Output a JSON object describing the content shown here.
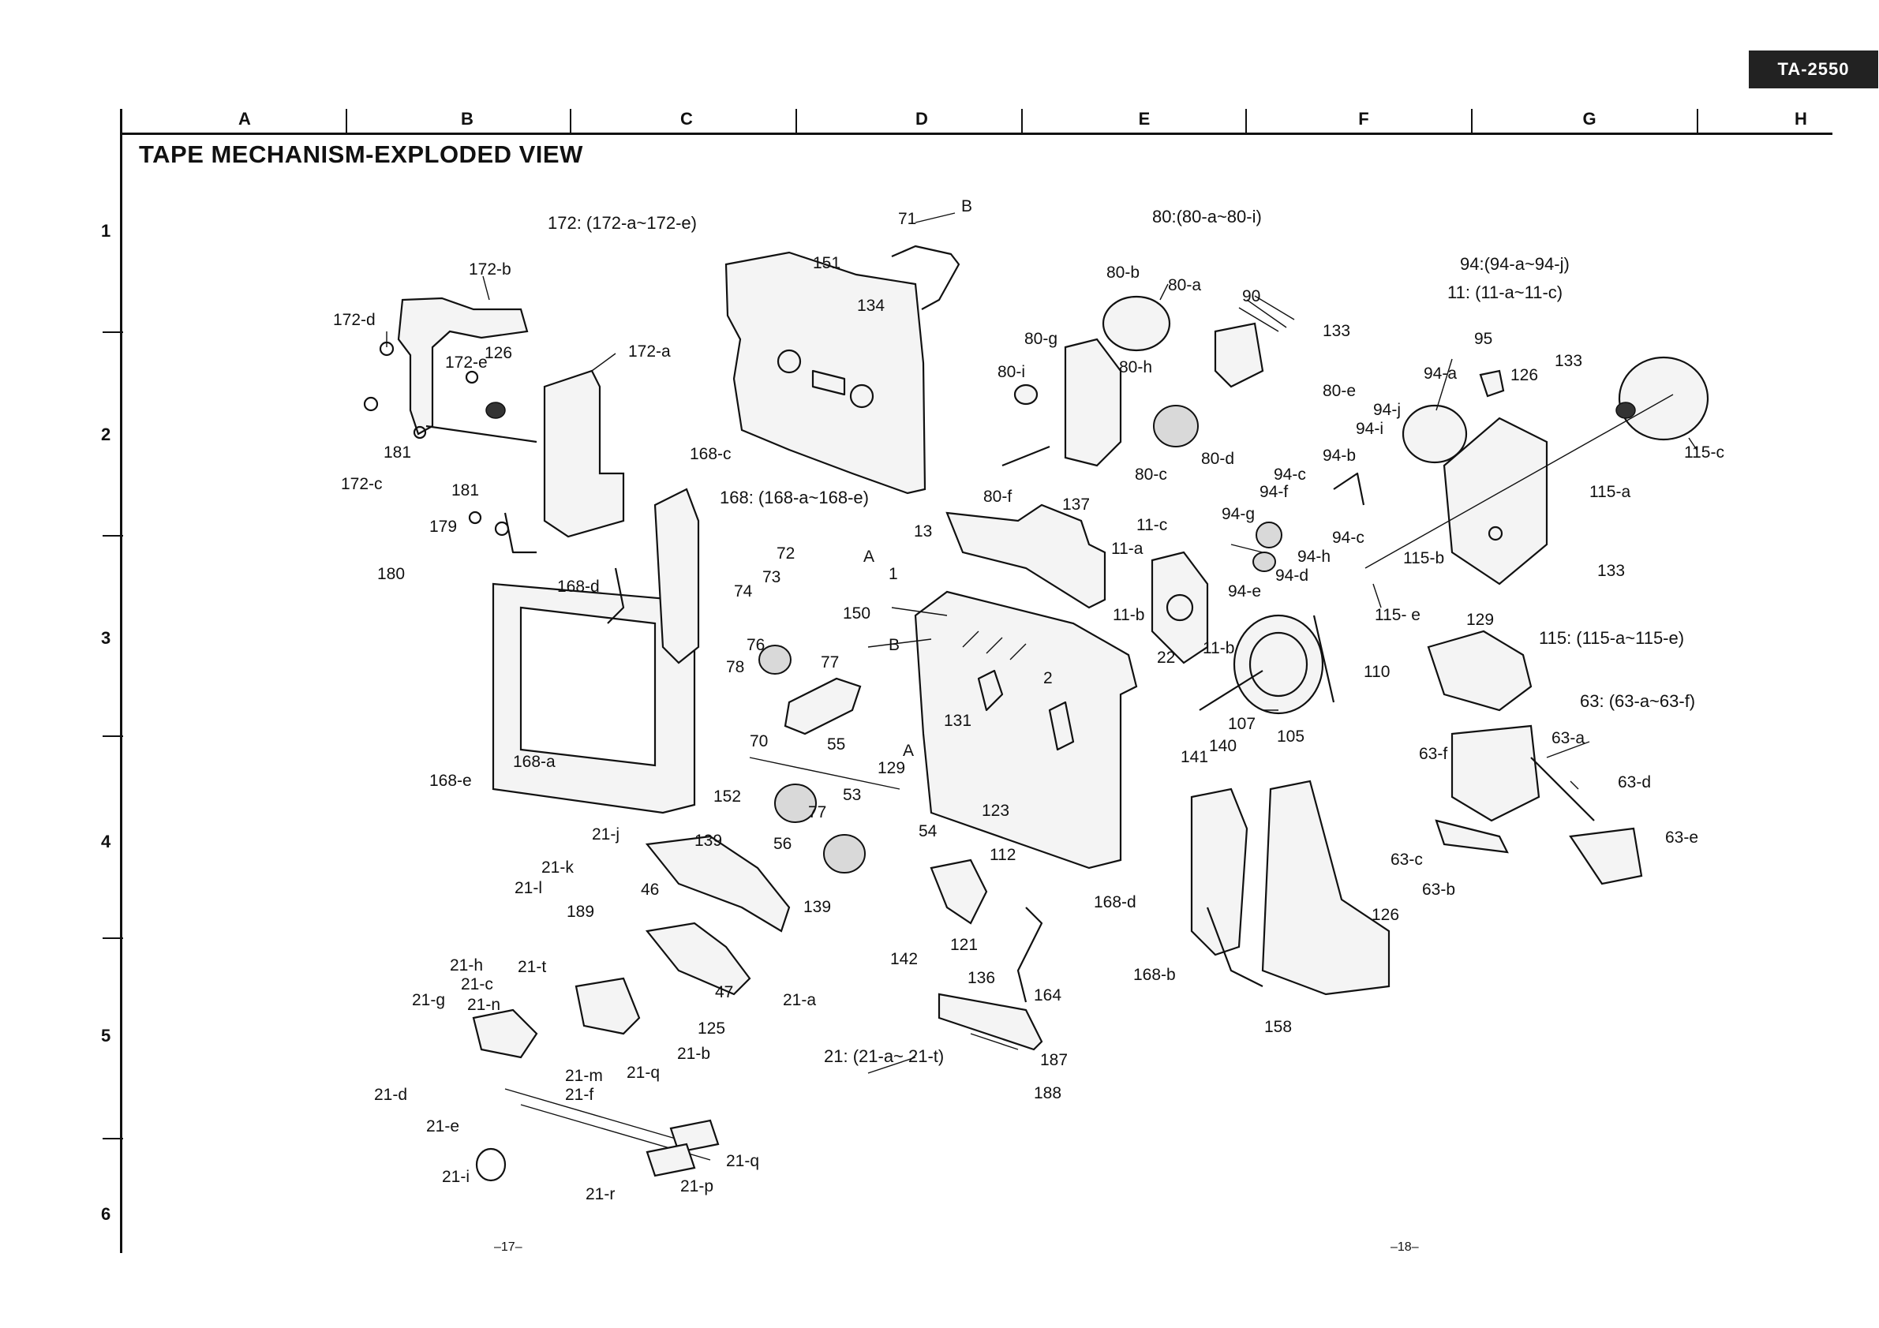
{
  "header": {
    "model": "TA-2550",
    "title": "TAPE MECHANISM-EXPLODED VIEW"
  },
  "grid": {
    "columns": [
      "A",
      "B",
      "C",
      "D",
      "E",
      "F",
      "G",
      "H"
    ],
    "rows": [
      "1",
      "2",
      "3",
      "4",
      "5",
      "6"
    ]
  },
  "group_notes": [
    "172: (172-a~172-e)",
    "80:(80-a~80-i)",
    "94:(94-a~94-j)",
    "11: (11-a~11-c)",
    "168: (168-a~168-e)",
    "115: (115-a~115-e)",
    "63: (63-a~63-f)",
    "21: (21-a~ 21-t)"
  ],
  "part_labels": [
    "172-b",
    "172-d",
    "126",
    "172-e",
    "172-a",
    "172-c",
    "181",
    "181",
    "179",
    "180",
    "71",
    "B",
    "151",
    "134",
    "80-b",
    "80-a",
    "90",
    "133",
    "80-g",
    "80-h",
    "80-i",
    "80-e",
    "80-d",
    "80-c",
    "80-f",
    "137",
    "94-a",
    "95",
    "126",
    "133",
    "115-c",
    "94-j",
    "94-i",
    "94-b",
    "94-c",
    "94-f",
    "94-g",
    "94-c",
    "94-h",
    "94-e",
    "94-d",
    "115-a",
    "115-b",
    "133",
    "115- e",
    "168-c",
    "168-d",
    "13",
    "72",
    "A",
    "73",
    "74",
    "1",
    "11-c",
    "11-a",
    "11-b",
    "11-b",
    "150",
    "B",
    "76",
    "77",
    "78",
    "22",
    "2",
    "129",
    "110",
    "70",
    "55",
    "131",
    "107",
    "140",
    "141",
    "105",
    "A",
    "129",
    "152",
    "53",
    "77",
    "123",
    "63-f",
    "63-a",
    "63-d",
    "168-a",
    "168-e",
    "21-j",
    "139",
    "56",
    "54",
    "112",
    "63-c",
    "63-b",
    "63-e",
    "21-k",
    "21-l",
    "46",
    "139",
    "168-d",
    "126",
    "189",
    "142",
    "121",
    "136",
    "164",
    "168-b",
    "21-h",
    "21-t",
    "47",
    "21-a",
    "21-c",
    "21-g",
    "21-n",
    "125",
    "158",
    "21-b",
    "21-m",
    "21-q",
    "21-f",
    "187",
    "21-d",
    "21-e",
    "188",
    "21-q",
    "21-i",
    "21-r",
    "21-p"
  ],
  "footer": {
    "left_page": "–17–",
    "right_page": "–18–"
  }
}
